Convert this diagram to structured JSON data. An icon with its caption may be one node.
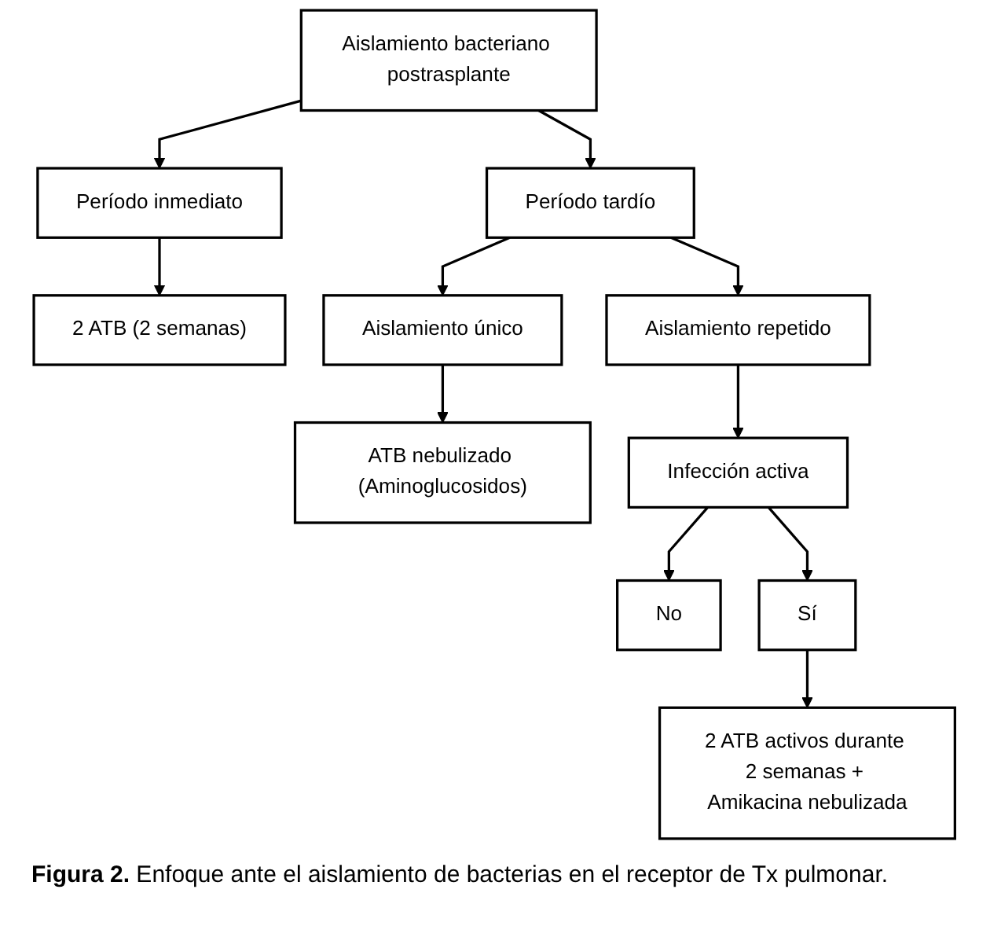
{
  "diagram": {
    "caption": "**Figura 2.** Enfoque ante el aislamiento de bacterias en el receptor de Tx pulmonar.",
    "nodes": [
      {
        "text": [
          "Aislamiento bacteriano postrasplante"
        ]
      },
      {
        "text": [
          "Período inmediato"
        ]
      },
      {
        "text": [
          "Período tardío"
        ]
      },
      {
        "text": [
          "2 ATB (2 semanas)"
        ]
      },
      {
        "text": [
          "Aislamiento único"
        ]
      },
      {
        "text": [
          "Aislamiento repetido"
        ]
      },
      {
        "text": [
          "ATB nebulizado (Aminoglucosidos)"
        ]
      },
      {
        "text": [
          "Infección activa"
        ]
      },
      {
        "text": [
          "No"
        ]
      },
      {
        "text": [
          "Sí"
        ]
      },
      {
        "text": [
          "2 ATB activos durante 2 semanas + Amikacina nebulizada"
        ]
      }
    ],
    "edges": [
      {
        "from": 0,
        "to": 1,
        "arrow": "to"
      },
      {
        "from": 0,
        "to": 2,
        "arrow": "to"
      },
      {
        "from": 1,
        "to": 3,
        "arrow": "to"
      },
      {
        "from": 2,
        "to": 4,
        "arrow": "to"
      },
      {
        "from": 2,
        "to": 5,
        "arrow": "to"
      },
      {
        "from": 4,
        "to": 6,
        "arrow": "to"
      },
      {
        "from": 5,
        "to": 7,
        "arrow": "to"
      },
      {
        "from": 7,
        "to": 8,
        "arrow": "to"
      },
      {
        "from": 7,
        "to": 9,
        "arrow": "to"
      },
      {
        "from": 9,
        "to": 10,
        "arrow": "to"
      }
    ]
  }
}
